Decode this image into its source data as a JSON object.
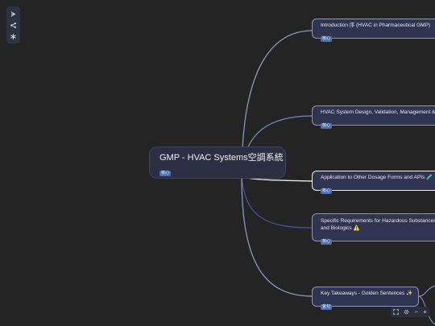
{
  "root": {
    "title": "GMP - HVAC Systems空調系統",
    "tag": "核心"
  },
  "children": [
    {
      "title": "Introduction 序 (HVAC in Pharmaceutical GMP)",
      "tag": "核心"
    },
    {
      "title": "HVAC System Design, Validation, Management &",
      "tag": "核心"
    },
    {
      "title": "Application to Other Dosage Forms and APIs 🧪",
      "tag": "核心"
    },
    {
      "title_line1": "Specific Requirements for Hazardous Substances",
      "title_line2": "and Biologics ⚠️",
      "tag": "核心"
    },
    {
      "title": "Key Takeaways - Golden Sentences ✨",
      "tag": "金句"
    }
  ],
  "left_toolbar": {
    "icons": [
      "expand-arrow-icon",
      "share-icon",
      "asterisk-icon"
    ]
  },
  "zoom_controls": {
    "icons": [
      "fit-screen-icon",
      "settings-icon",
      "zoom-out-icon",
      "zoom-in-icon"
    ],
    "zoom_out_label": "−",
    "zoom_in_label": "+"
  },
  "colors": {
    "background": "#242424",
    "node_fill": "#2f3450",
    "node_border": "#8e95c4",
    "edge": "#8e95c4",
    "tag": "#4e6fb0",
    "highlight": "#f1f1f1"
  }
}
